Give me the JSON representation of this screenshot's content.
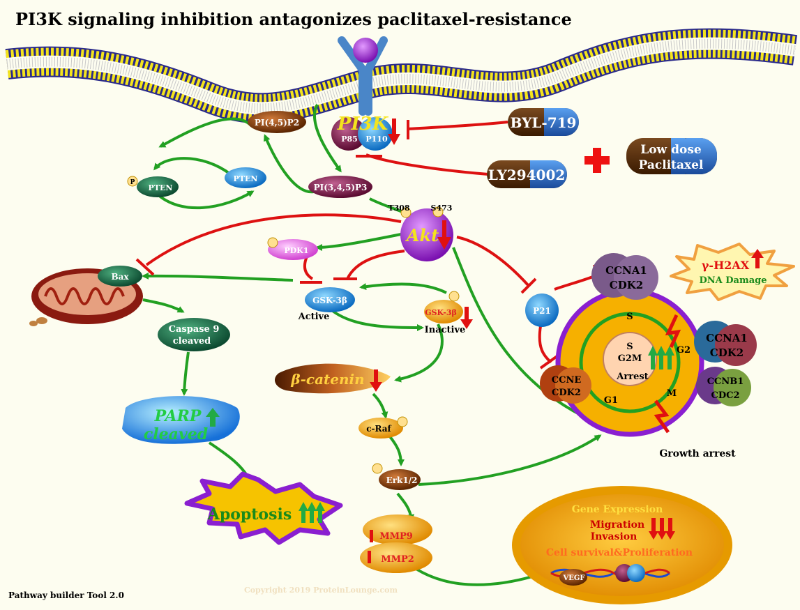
{
  "title": "PI3K signaling inhibition antagonizes paclitaxel-resistance",
  "footer": "Pathway builder Tool 2.0",
  "watermark": "Copyright 2019 ProteinLounge.com",
  "nodes": {
    "pi3k": "PI3K",
    "p85": "P85",
    "p110": "P110",
    "byl719": "BYL-719",
    "ly294002": "LY294002",
    "low_dose_paclitaxel_1": "Low dose",
    "low_dose_paclitaxel_2": "Paclitaxel",
    "pip2": "PI(4,5)P2",
    "pip3": "PI(3,4,5)P3",
    "pten": "PTEN",
    "pten_p": "PTEN",
    "t308": "T308",
    "s473": "S473",
    "akt": "Akt",
    "pdk1": "PDK1",
    "bax": "Bax",
    "gsk3b_active": "GSK-3β",
    "active_label": "Active",
    "gsk3b_inactive": "GSK-3β",
    "inactive_label": "Inactive",
    "caspase9_1": "Caspase 9",
    "caspase9_2": "cleaved",
    "parp_1": "PARP",
    "parp_2": "cleaved",
    "apoptosis": "Apoptosis",
    "beta_catenin": "β-catenin",
    "craf": "c-Raf",
    "erk": "Erk1/2",
    "mmp9": "MMP9",
    "mmp2": "MMP2",
    "p21": "P21",
    "ccna1_cdk2_top_1": "CCNA1",
    "ccna1_cdk2_top_2": "CDK2",
    "ccna1_cdk2_right_1": "CCNA1",
    "ccna1_cdk2_right_2": "CDK2",
    "ccnb1_1": "CCNB1",
    "ccnb1_2": "CDC2",
    "ccne_1": "CCNE",
    "ccne_2": "CDK2",
    "gamma_h2ax": "γ-H2AX",
    "dna_damage": "DNA Damage",
    "cycle_s": "S",
    "cycle_g2": "G2",
    "cycle_m": "M",
    "cycle_g1": "G1",
    "arrest_1": "S",
    "arrest_2": "G2M",
    "arrest_3": "Arrest",
    "growth_arrest": "Growth arrest",
    "gene_expression": "Gene Expression",
    "migration": "Migration",
    "invasion": "Invasion",
    "cell_survival": "Cell survival&Proliferation",
    "vegf": "VEGF",
    "p": "P"
  },
  "colors": {
    "activation": "#22a022",
    "inhibition": "#dd1111",
    "down_arrow": "#e01010",
    "up_arrow": "#22aa44",
    "membrane": "#f4e41c",
    "cell_ring": "#8a1fd0",
    "cell_fill": "#f6b000"
  }
}
